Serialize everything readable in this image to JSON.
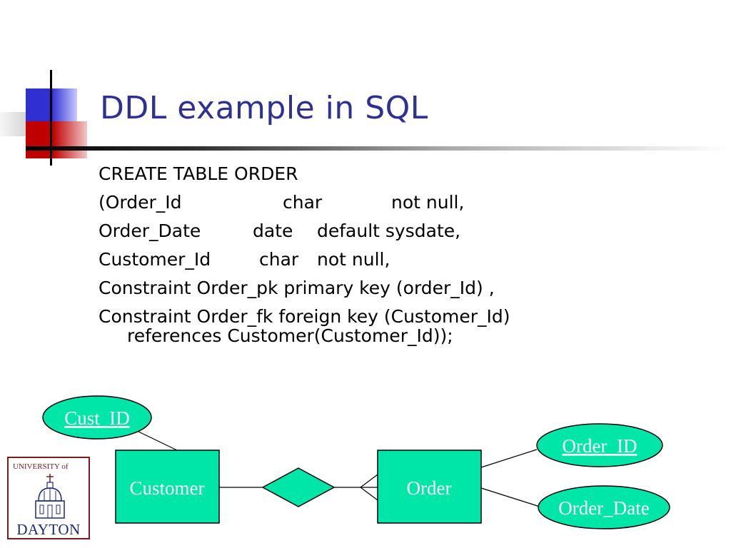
{
  "slide": {
    "title": "DDL example in SQL"
  },
  "sql": {
    "line1": "CREATE TABLE ORDER",
    "line2": {
      "col1": "(Order_Id",
      "col2": "char",
      "col3": "not null,"
    },
    "line3": {
      "col1": "Order_Date",
      "col2": "date",
      "col3": "default sysdate,"
    },
    "line4": {
      "col1": "Customer_Id",
      "col2": "char",
      "col3": "not null,"
    },
    "line5": "Constraint Order_pk primary key (order_Id) ,",
    "line6": "Constraint Order_fk foreign key (Customer_Id)",
    "line7": "references Customer(Customer_Id));"
  },
  "diagram": {
    "entities": [
      {
        "id": "customer",
        "label": "Customer"
      },
      {
        "id": "order",
        "label": "Order"
      }
    ],
    "attributes": [
      {
        "id": "cust_id",
        "label": "Cust_ID",
        "key": true
      },
      {
        "id": "order_id",
        "label": "Order_ID",
        "key": true
      },
      {
        "id": "order_date",
        "label": "Order_Date",
        "key": false
      }
    ],
    "relationship": {
      "id": "places",
      "label": ""
    },
    "colors": {
      "fill": "#00e6a8",
      "stroke": "#000000",
      "label": "#ffffff"
    }
  },
  "logo": {
    "top_text": "UNIVERSITY of",
    "bottom_text": "DAYTON"
  }
}
